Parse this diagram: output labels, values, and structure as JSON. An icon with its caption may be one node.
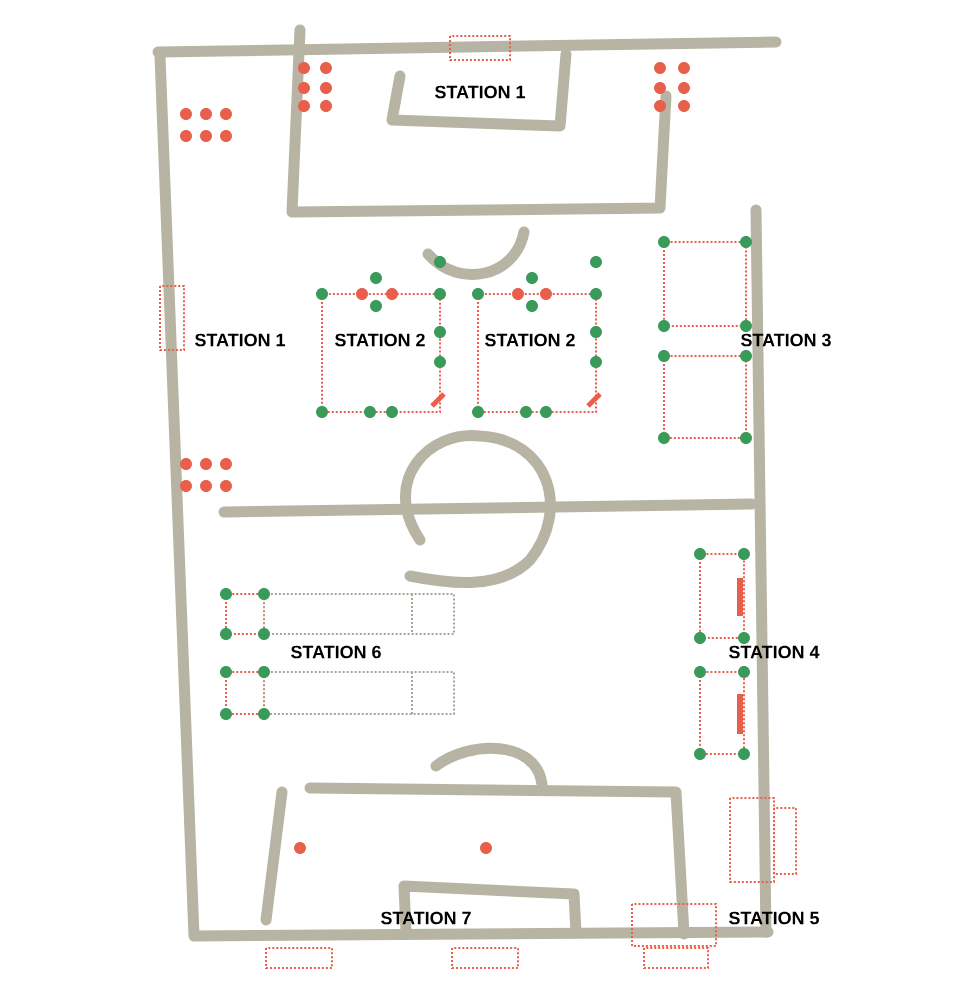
{
  "diagram": {
    "labels": [
      "STATION 1",
      "STATION 1",
      "STATION 2",
      "STATION 2",
      "STATION 3",
      "STATION 6",
      "STATION 4",
      "STATION 7",
      "STATION 5"
    ]
  }
}
